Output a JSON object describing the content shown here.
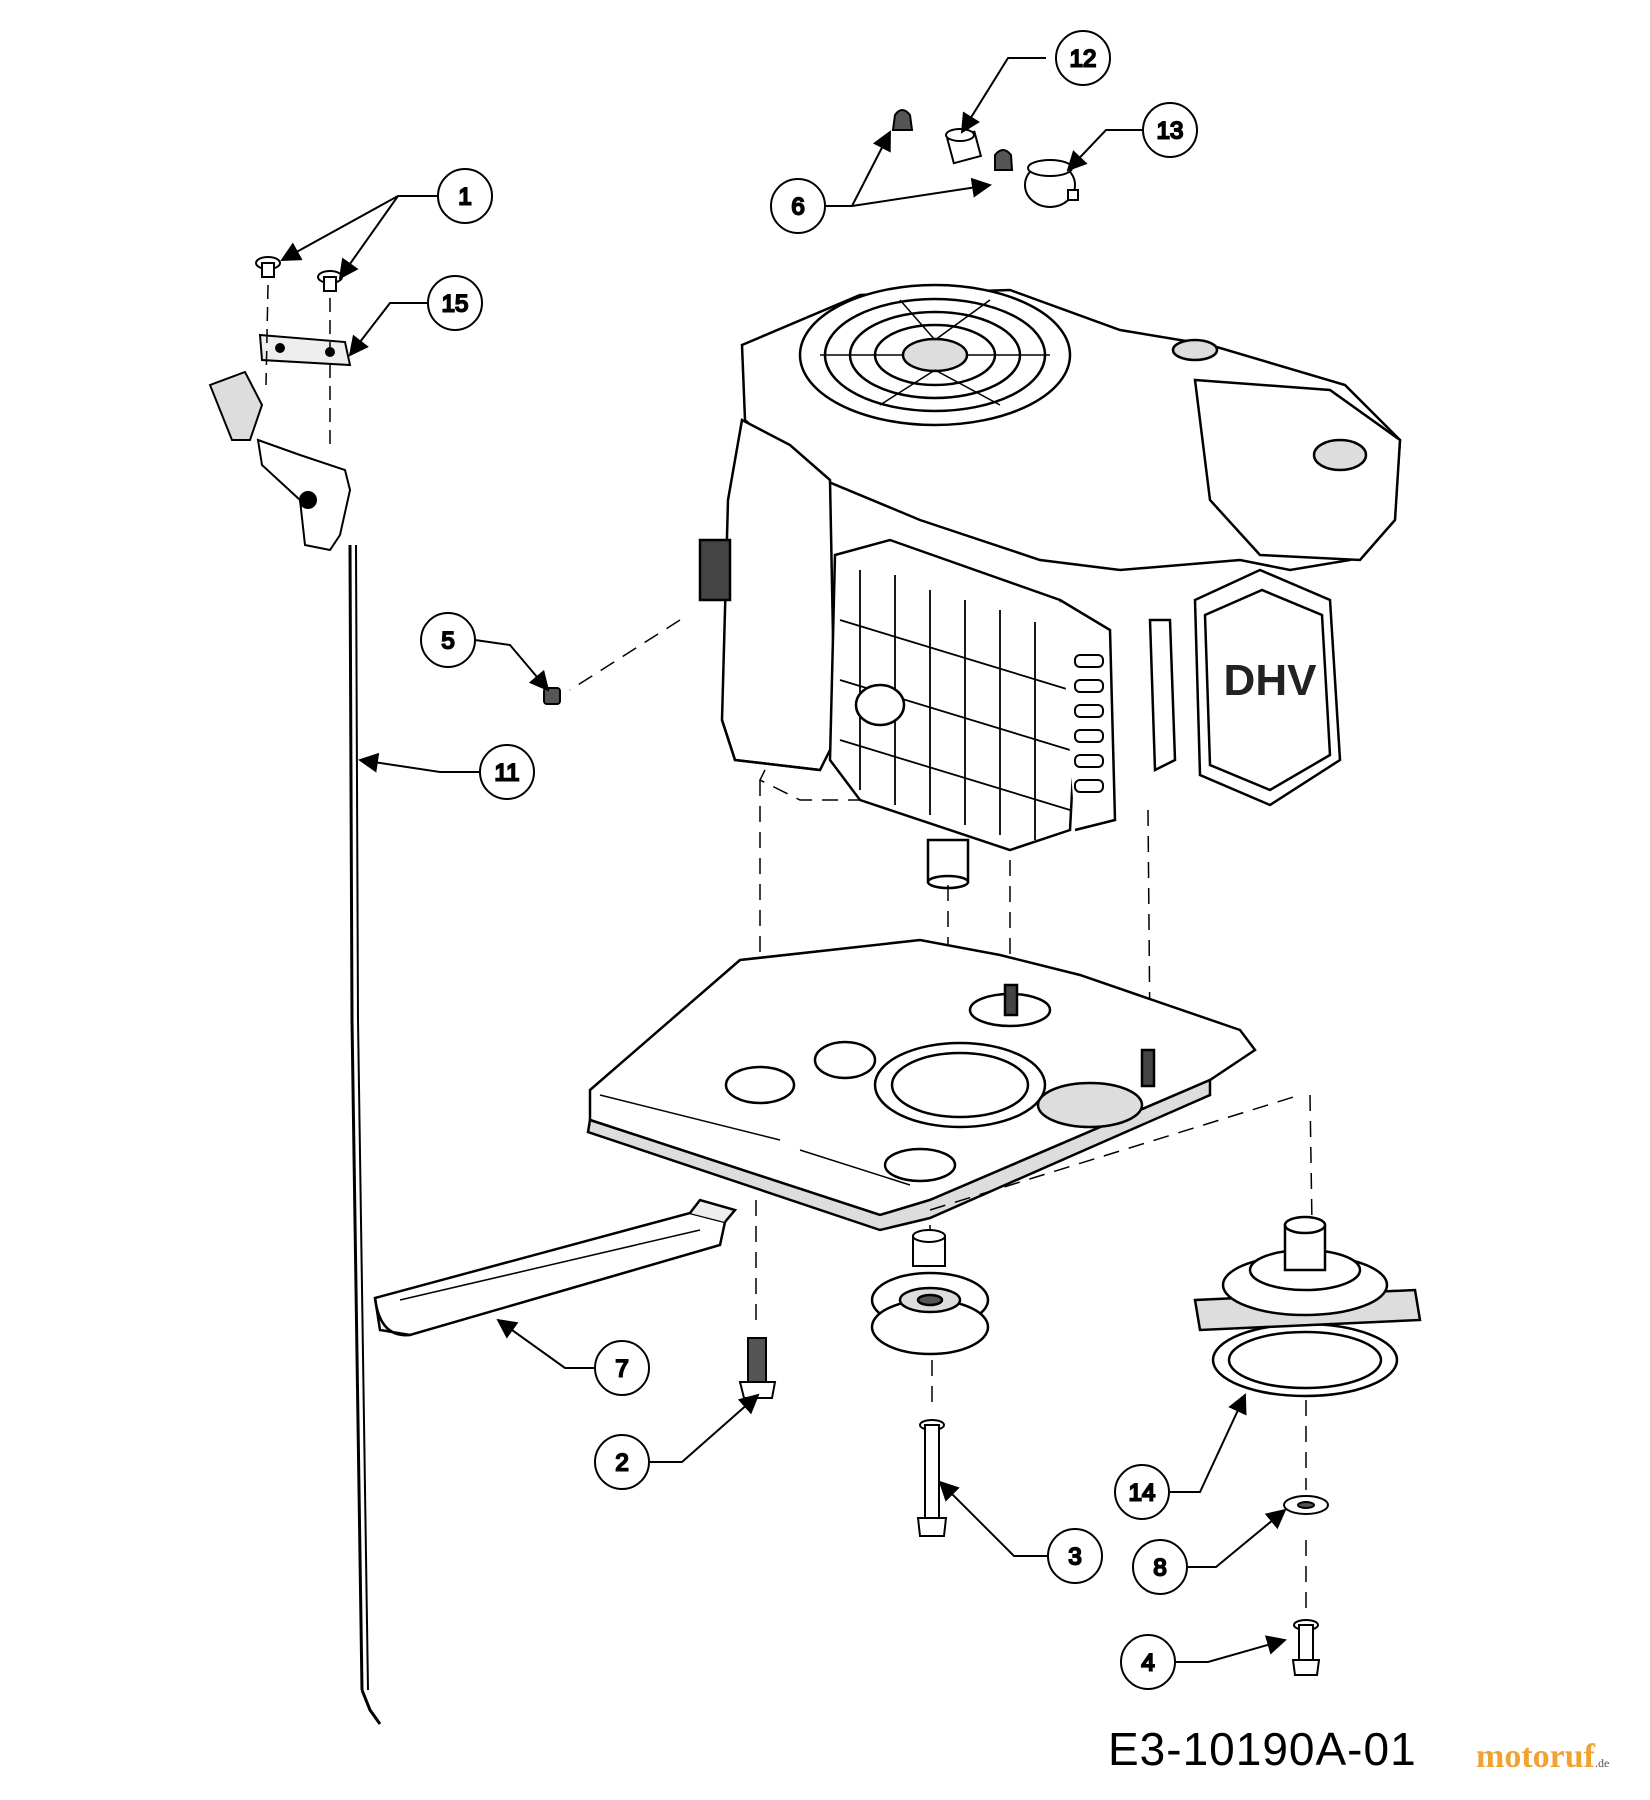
{
  "callouts": [
    {
      "label": "1"
    },
    {
      "label": "2"
    },
    {
      "label": "3"
    },
    {
      "label": "4"
    },
    {
      "label": "5"
    },
    {
      "label": "6"
    },
    {
      "label": "7"
    },
    {
      "label": "8"
    },
    {
      "label": "11"
    },
    {
      "label": "12"
    },
    {
      "label": "13"
    },
    {
      "label": "14"
    },
    {
      "label": "15"
    }
  ],
  "engine_label": "DHV",
  "drawing_number": "E3-10190A-01",
  "brand": {
    "name": "motoruf",
    "suffix": ".de"
  }
}
